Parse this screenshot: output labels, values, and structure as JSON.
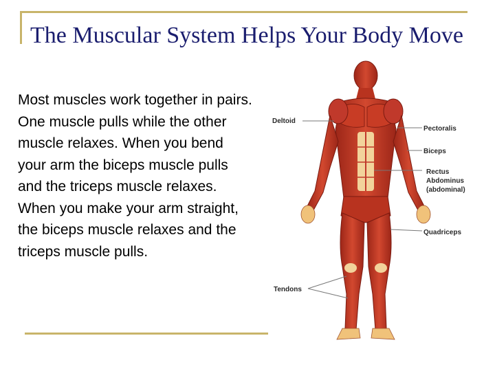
{
  "slide": {
    "title": "The Muscular System Helps Your Body Move",
    "body": "Most muscles work together in pairs. One muscle pulls while the other muscle relaxes. When you bend your arm the biceps muscle pulls and the triceps muscle relaxes. When you make your arm straight, the biceps muscle relaxes and the triceps muscle pulls."
  },
  "figure": {
    "labels": {
      "deltoid": "Deltoid",
      "pectoralis": "Pectoralis",
      "biceps": "Biceps",
      "rectus_line1": "Rectus",
      "rectus_line2": "Abdominus",
      "rectus_line3": "(abdominal)",
      "quadriceps": "Quadriceps",
      "tendons": "Tendons"
    }
  },
  "colors": {
    "title": "#1a1d6e",
    "frame": "#c8b46a",
    "muscle": "#c0392b",
    "muscle_dark": "#8e1f14",
    "tendon": "#f2d39b"
  }
}
